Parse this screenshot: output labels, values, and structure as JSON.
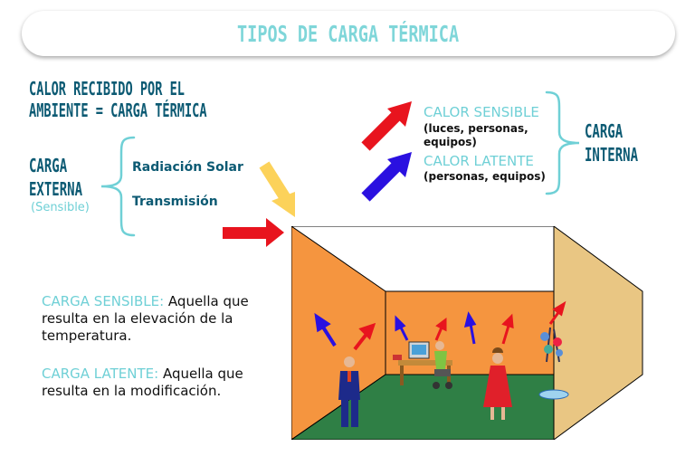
{
  "title": "TIPOS DE CARGA TÉRMICA",
  "definition": {
    "line1": "CALOR RECIBIDO POR EL",
    "line2": "AMBIENTE = CARGA TÉRMICA"
  },
  "external": {
    "line1": "CARGA",
    "line2": "EXTERNA",
    "note": "(Sensible)",
    "items": [
      "Radiación Solar",
      "Transmisión"
    ]
  },
  "internal": {
    "line1": "CARGA",
    "line2": "INTERNA",
    "sensible_title": "CALOR SENSIBLE",
    "sensible_detail1": "(luces, personas,",
    "sensible_detail2": "equipos)",
    "latent_title": "CALOR LATENTE",
    "latent_detail": "(personas, equipos)"
  },
  "definitions": [
    {
      "term": "CARGA SENSIBLE:",
      "text": " Aquella que resulta en la elevación de la temperatura."
    },
    {
      "term": "CARGA LATENTE:",
      "text": " Aquella que resulta en la modificación."
    }
  ],
  "colors": {
    "title": "#7fd6d9",
    "heading": "#0c5a73",
    "accent": "#6fd0d6",
    "red_arrow": "#e8141e",
    "blue_arrow": "#2a10e0",
    "yellow_arrow": "#fcd25a",
    "room_orange": "#f5953f",
    "room_floor": "#2f7f45"
  }
}
